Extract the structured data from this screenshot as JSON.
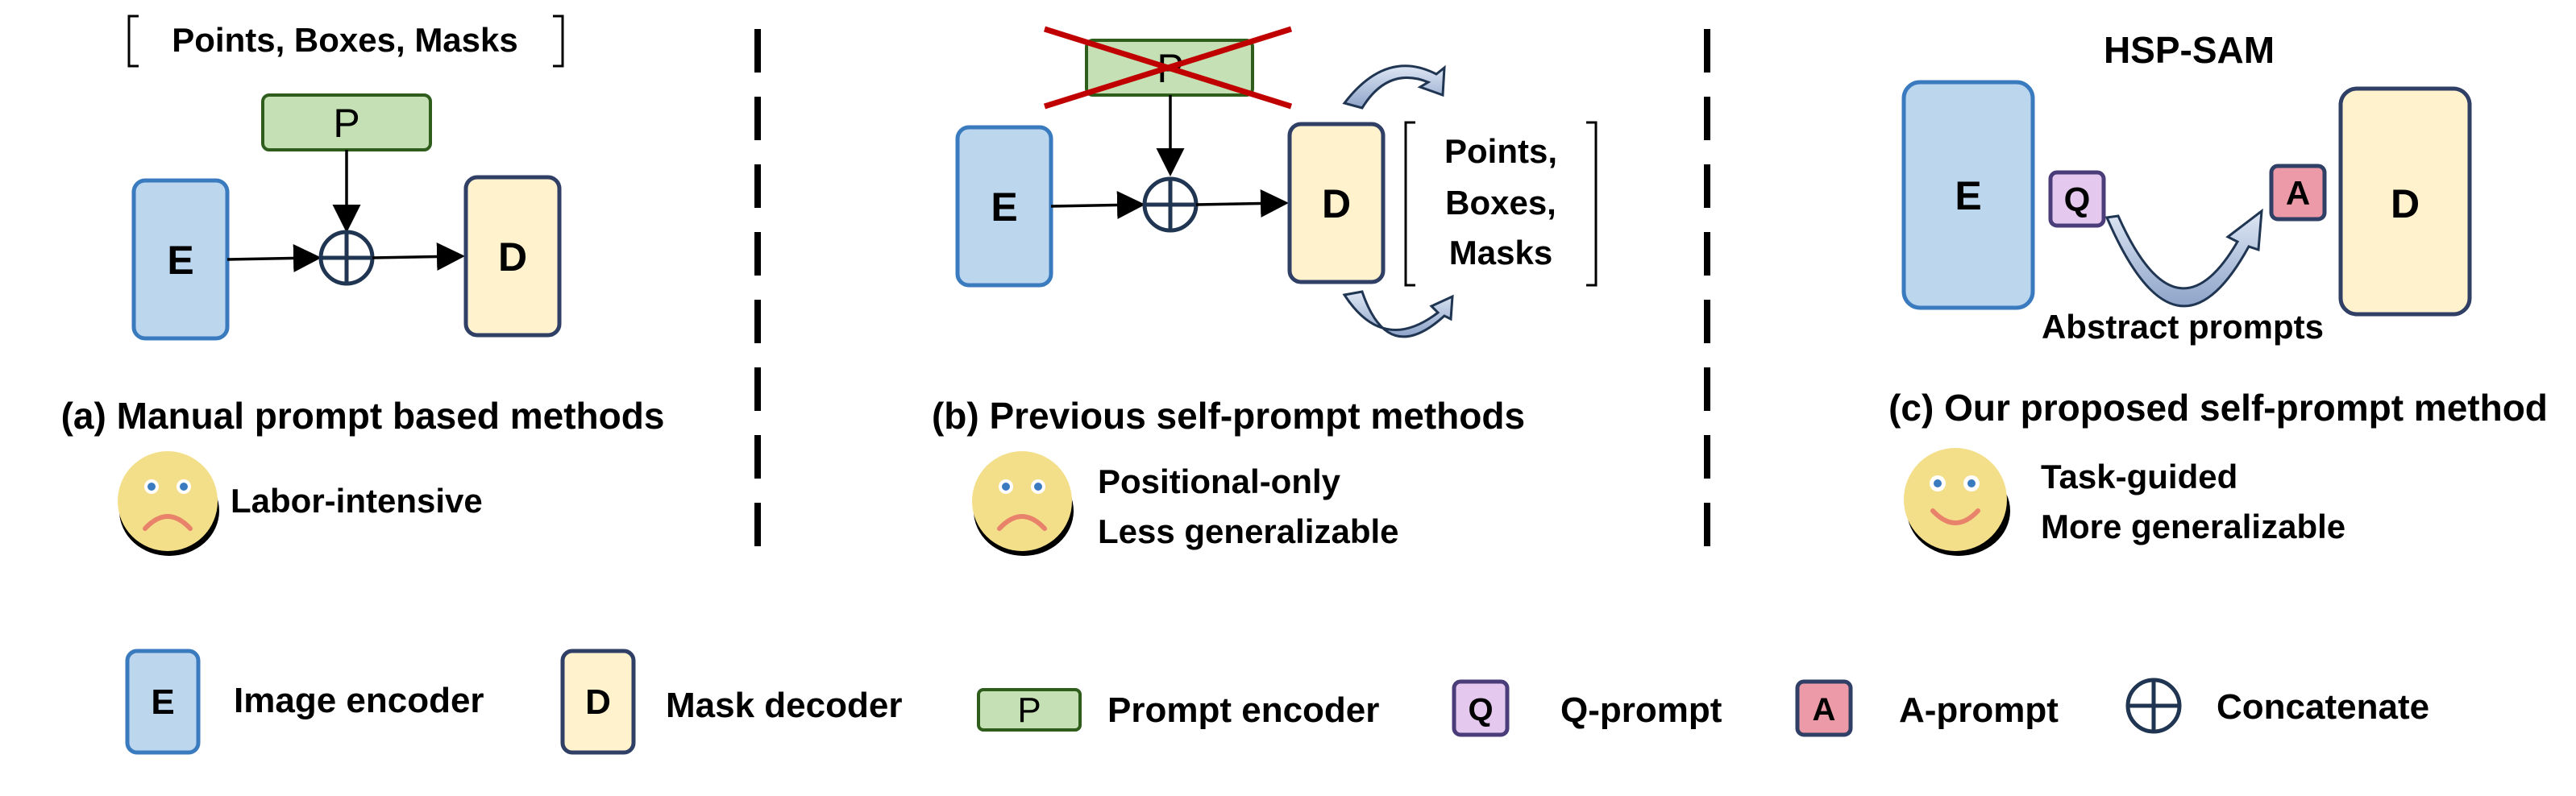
{
  "colors": {
    "encoder_fill": "#bcd6ee",
    "encoder_stroke": "#3a7bbf",
    "decoder_fill": "#fff2cc",
    "decoder_stroke": "#2f3f66",
    "prompt_fill": "#c5e0b4",
    "prompt_stroke": "#2e5d1c",
    "q_fill": "#e4c8ee",
    "q_stroke": "#4a3d7a",
    "a_fill": "#ec9aa8",
    "a_stroke": "#2f3f66",
    "cross": "#c00000",
    "face_fill": "#f3df8a",
    "face_shadow": "#000000",
    "dashed_divider": "#000000"
  },
  "panel_a": {
    "bracket_text": "Points, Boxes, Masks",
    "prompt_letter": "P",
    "encoder_letter": "E",
    "decoder_letter": "D",
    "title": "(a) Manual prompt based methods",
    "mood_icon": "sad-face-icon",
    "note": "Labor-intensive"
  },
  "panel_b": {
    "prompt_letter": "P",
    "encoder_letter": "E",
    "decoder_letter": "D",
    "bracket_lines": [
      "Points,",
      "Boxes,",
      "Masks"
    ],
    "title": "(b) Previous self-prompt methods",
    "mood_icon": "sad-face-icon",
    "notes": [
      "Positional-only",
      "Less generalizable"
    ]
  },
  "panel_c": {
    "heading": "HSP-SAM",
    "encoder_letter": "E",
    "decoder_letter": "D",
    "q_letter": "Q",
    "a_letter": "A",
    "arrow_caption": "Abstract prompts",
    "title": "(c) Our proposed self-prompt method",
    "mood_icon": "happy-face-icon",
    "notes": [
      "Task-guided",
      "More generalizable"
    ]
  },
  "legend": {
    "encoder": {
      "letter": "E",
      "label": "Image encoder"
    },
    "decoder": {
      "letter": "D",
      "label": "Mask decoder"
    },
    "prompt": {
      "letter": "P",
      "label": "Prompt encoder"
    },
    "q": {
      "letter": "Q",
      "label": "Q-prompt"
    },
    "a": {
      "letter": "A",
      "label": "A-prompt"
    },
    "concat": {
      "icon": "concatenate-icon",
      "label": "Concatenate"
    }
  }
}
